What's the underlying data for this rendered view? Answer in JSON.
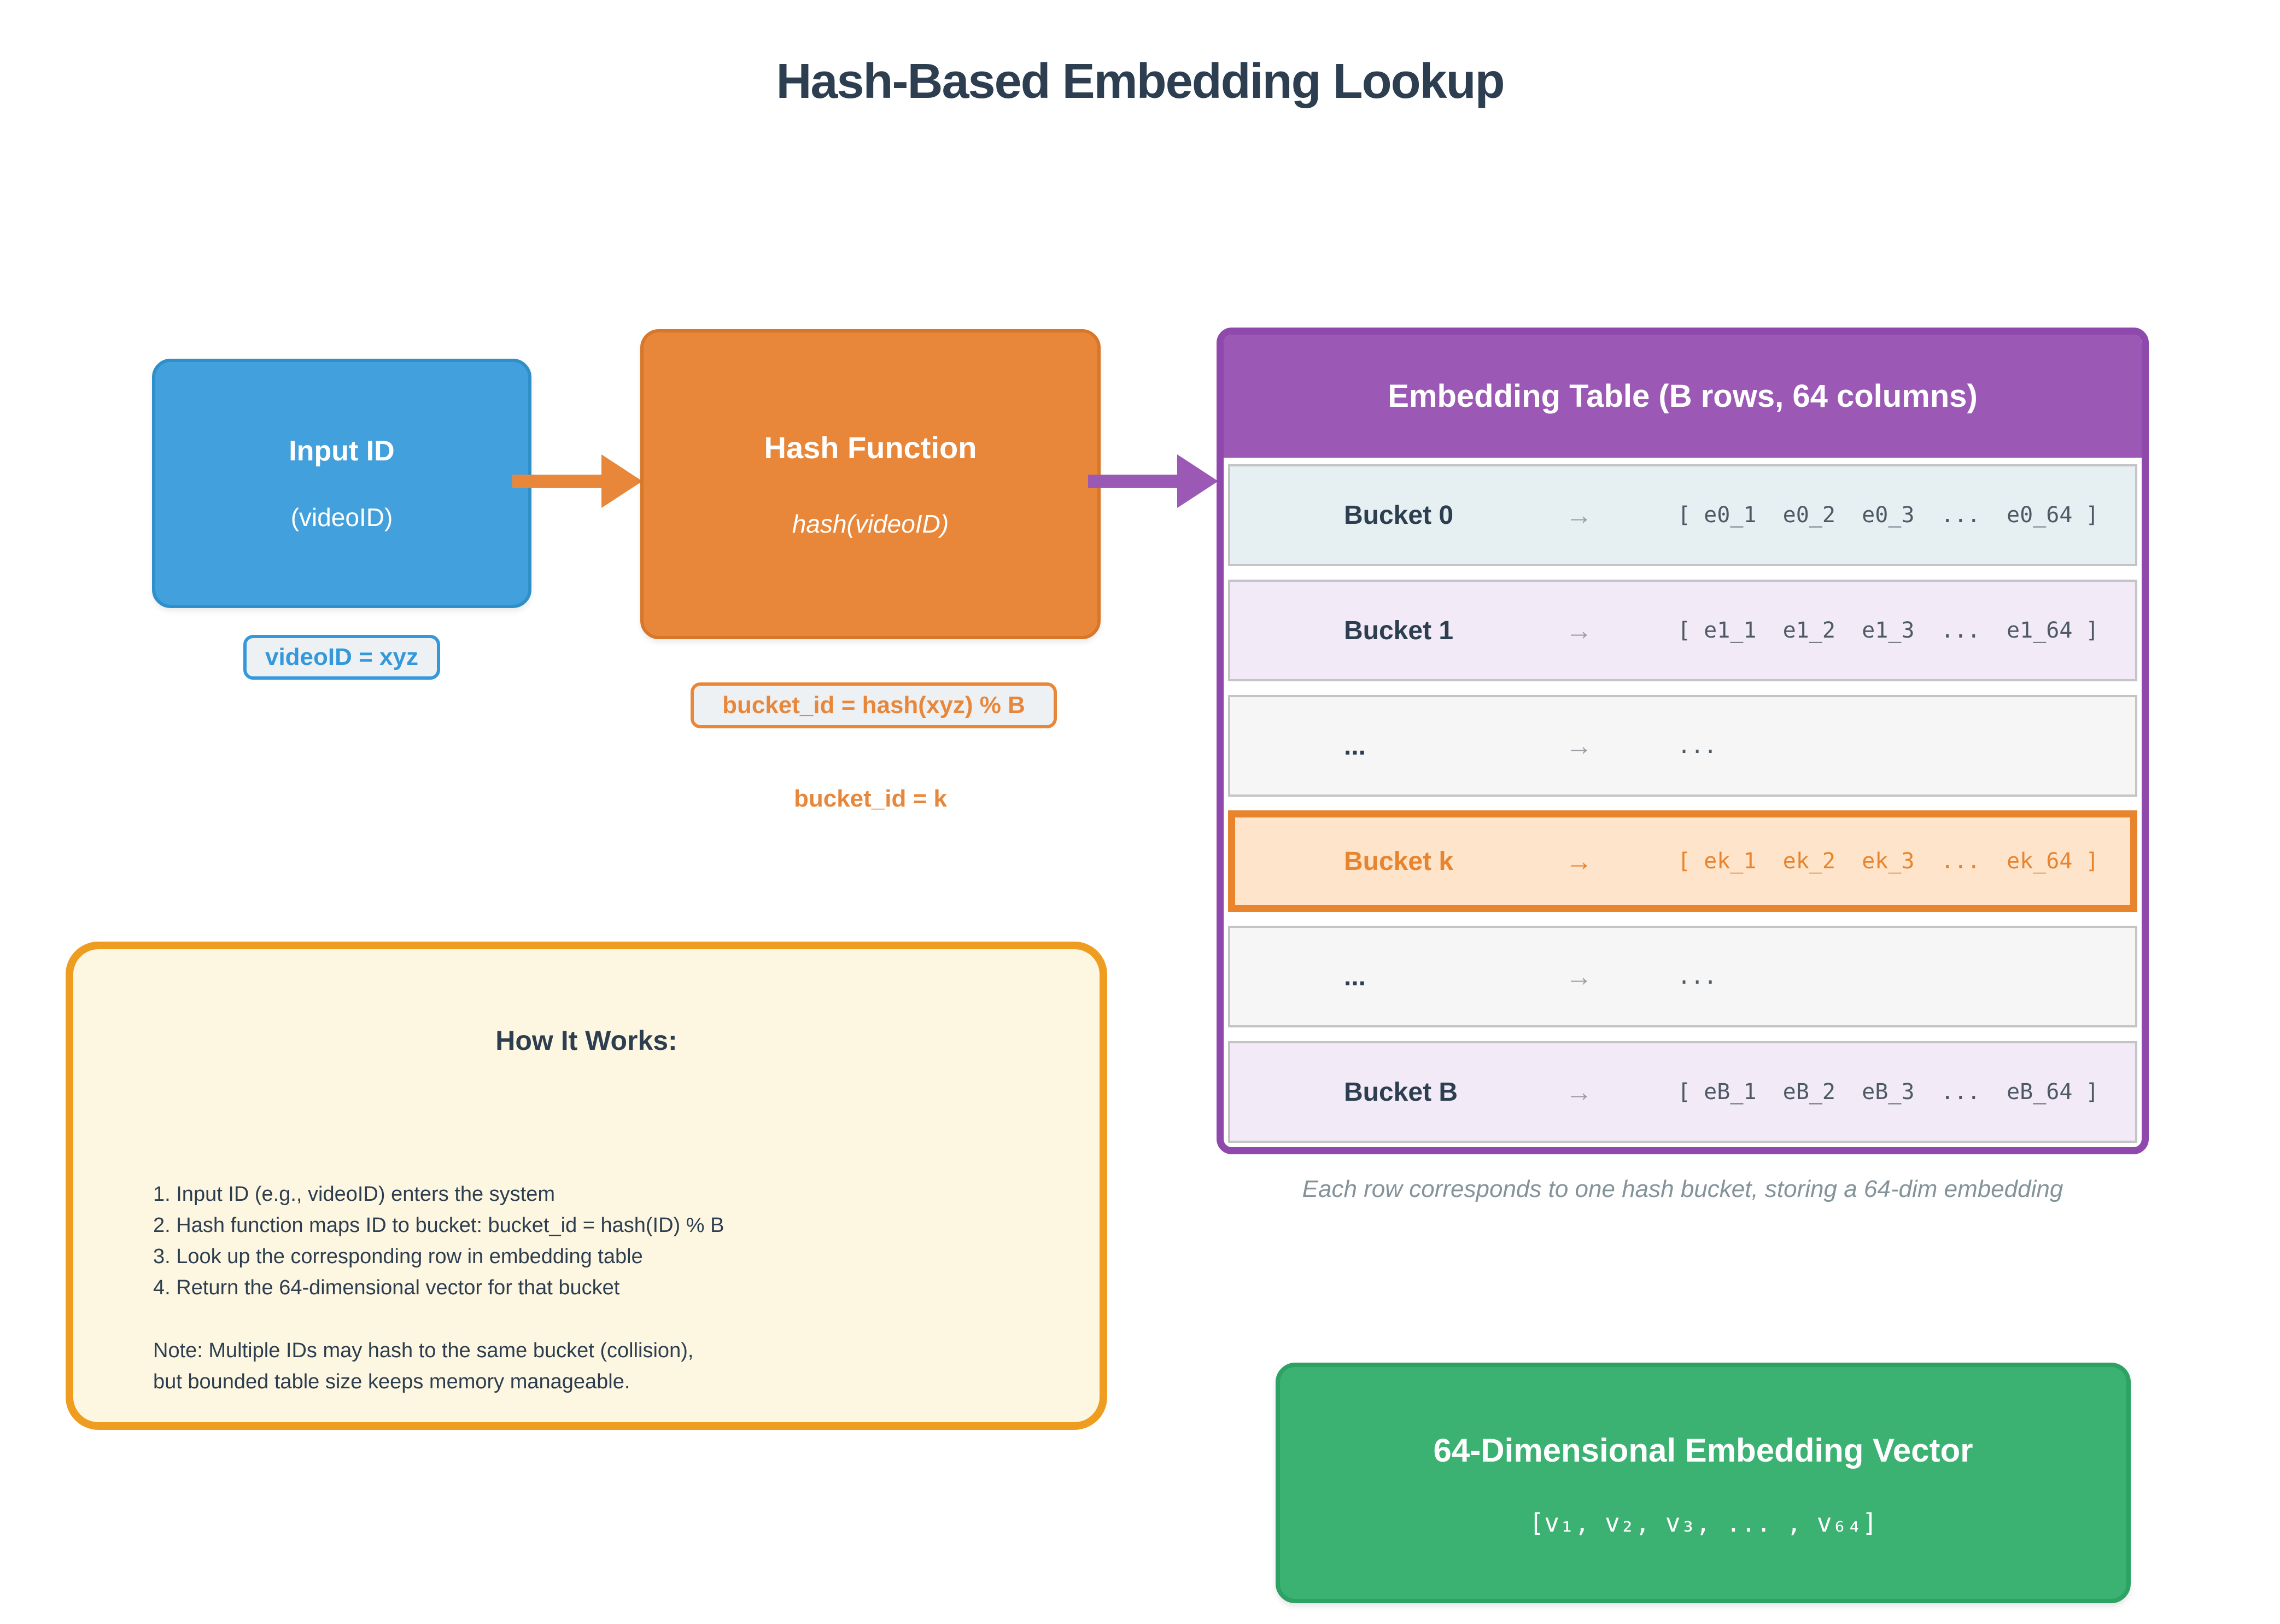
{
  "title": "Hash-Based Embedding Lookup",
  "input_box": {
    "title": "Input ID",
    "subtitle": "(videoID)",
    "tag": "videoID = xyz",
    "color": "#42a0dc"
  },
  "hash_box": {
    "title": "Hash Function",
    "subtitle": "hash(videoID)",
    "tag": "bucket_id = hash(xyz) % B",
    "result": "bucket_id = k",
    "color": "#e8873a"
  },
  "table": {
    "header": "Embedding Table (B rows, 64 columns)",
    "row_arrow": "→",
    "rows": [
      {
        "label": "Bucket 0",
        "values": "[ e0_1  e0_2  e0_3  ...  e0_64 ]",
        "variant": "teal"
      },
      {
        "label": "Bucket 1",
        "values": "[ e1_1  e1_2  e1_3  ...  e1_64 ]",
        "variant": "lavender"
      },
      {
        "label": "...",
        "values": "...",
        "variant": "gray"
      },
      {
        "label": "Bucket k",
        "values": "[ ek_1  ek_2  ek_3  ...  ek_64 ]",
        "variant": "highlight"
      },
      {
        "label": "...",
        "values": "...",
        "variant": "gray"
      },
      {
        "label": "Bucket B",
        "values": "[ eB_1  eB_2  eB_3  ...  eB_64 ]",
        "variant": "lavender"
      }
    ],
    "caption": "Each row corresponds to one hash bucket, storing a 64-dim embedding",
    "header_color": "#9b58b5",
    "highlight_color": "#e8842e"
  },
  "how_it_works": {
    "title": "How It Works:",
    "steps": [
      "1. Input ID (e.g., videoID) enters the system",
      "2. Hash function maps ID to bucket: bucket_id = hash(ID) % B",
      "3. Look up the corresponding row in embedding table",
      "4. Return the 64-dimensional vector for that bucket"
    ],
    "note": [
      "Note: Multiple IDs may hash to the same bucket (collision),",
      "but bounded table size keeps memory manageable."
    ],
    "border_color": "#ef9d20"
  },
  "output_box": {
    "title": "64-Dimensional Embedding Vector",
    "vector": "[v₁, v₂, v₃, ... , v₆₄]",
    "color": "#3bb271"
  }
}
